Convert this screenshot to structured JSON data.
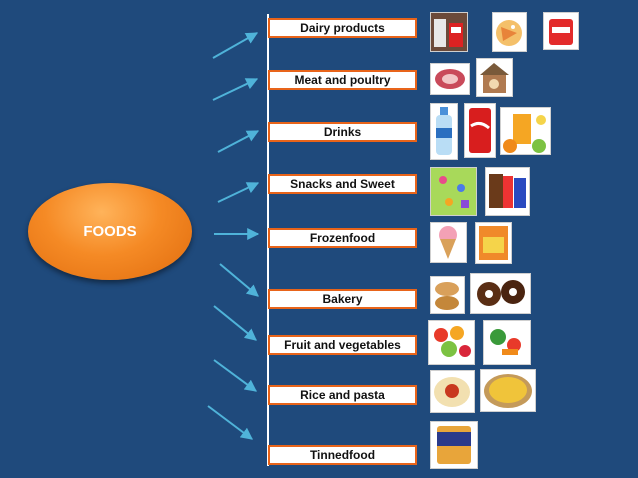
{
  "root": {
    "label": "FOODS",
    "color": "#f58a25"
  },
  "categories": [
    {
      "label": "Dairy products",
      "icons": [
        "milk-carton-icon",
        "cheese-icon",
        "yogurt-icon"
      ]
    },
    {
      "label": "Meat and poultry",
      "icons": [
        "steak-icon",
        "chicken-icon"
      ]
    },
    {
      "label": "Drinks",
      "icons": [
        "water-bottle-icon",
        "cola-can-icon",
        "orange-juice-icon"
      ]
    },
    {
      "label": "Snacks and Sweet",
      "icons": [
        "candy-icon",
        "chocolate-bars-icon"
      ]
    },
    {
      "label": "Frozenfood",
      "icons": [
        "ice-cream-icon",
        "frozen-fries-icon"
      ]
    },
    {
      "label": "Bakery",
      "icons": [
        "bread-icon",
        "donuts-icon"
      ]
    },
    {
      "label": "Fruit and vegetables",
      "icons": [
        "fruits-icon",
        "vegetables-icon"
      ]
    },
    {
      "label": "Rice and pasta",
      "icons": [
        "spaghetti-icon",
        "rice-dish-icon"
      ]
    },
    {
      "label": "Tinnedfood",
      "icons": [
        "tin-can-icon"
      ]
    }
  ],
  "colors": {
    "background": "#1f4a7c",
    "box_border": "#e8641a",
    "arrow": "#4fb3d9"
  }
}
